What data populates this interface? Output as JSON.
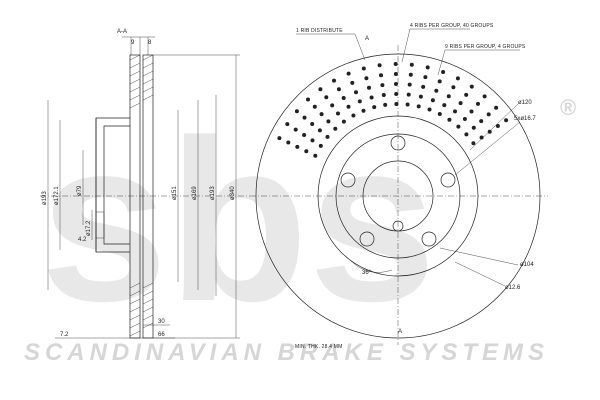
{
  "watermark": {
    "logo_text": "sbs",
    "registered": "®",
    "caption": "SCANDINAVIAN BRAKE SYSTEMS"
  },
  "section_view": {
    "section_label": "A-A",
    "dims": {
      "d193_outer": "ø193",
      "d172": "ø172.1",
      "d79": "ø79",
      "d17": "ø17.2",
      "d4_2": "4.2",
      "d151": "ø151",
      "d169": "ø169",
      "d193": "ø193",
      "d340": "ø340",
      "top_9": "9",
      "top_8": "8",
      "bottom_30": "30",
      "bottom_66": "66",
      "bottom_7_2": "7.2"
    }
  },
  "front_view": {
    "notes": {
      "rib": "1 RIB DISTRIBUTE",
      "ribs40": "4 RIBS PER GROUP, 40 GROUPS",
      "ribs4": "9 RIBS PER GROUP, 4 GROUPS",
      "section_mark_top": "A",
      "section_mark_bottom": "A",
      "min_thk": "MIN. THK. 28.4 MM"
    },
    "dims": {
      "d120": "ø120",
      "bolts": "5xø16.7",
      "d104": "ø104",
      "d12_6": "ø12.6",
      "angle": "36°"
    }
  }
}
